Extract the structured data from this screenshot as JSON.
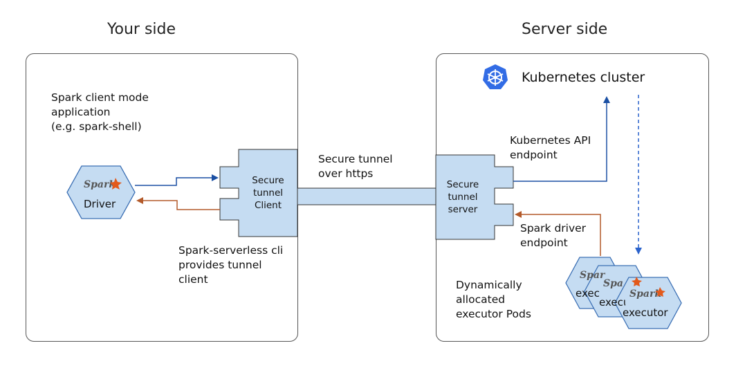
{
  "left_panel": {
    "title": "Your side",
    "app_description": [
      "Spark client mode",
      "application",
      "(e.g. spark-shell)"
    ],
    "driver": {
      "brand": "Spark",
      "label": "Driver"
    },
    "tunnel_client": [
      "Secure",
      "tunnel",
      "Client"
    ],
    "cli_note": [
      "Spark-serverless cli",
      "provides tunnel",
      "client"
    ]
  },
  "tunnel": {
    "label": [
      "Secure tunnel",
      "over https"
    ]
  },
  "right_panel": {
    "title": "Server side",
    "cluster_label": "Kubernetes cluster",
    "tunnel_server": [
      "Secure",
      "tunnel",
      "server"
    ],
    "api_endpoint": [
      "Kubernetes API",
      "endpoint"
    ],
    "driver_endpoint": [
      "Spark driver",
      "endpoint"
    ],
    "executor_note": [
      "Dynamically",
      "allocated",
      "executor Pods"
    ],
    "executors": [
      {
        "brand": "Spark",
        "label": "executor"
      },
      {
        "brand": "Spark",
        "label": "executor"
      },
      {
        "brand": "Spark",
        "label": "executor"
      }
    ]
  },
  "colors": {
    "blue": "#1a4fa3",
    "blue_dashed": "#2a62cc",
    "orange": "#b35a2a",
    "box_fill": "#c5dcf2",
    "box_stroke": "#333333",
    "hex_fill": "#c5dcf2",
    "hex_stroke": "#3b6fb4",
    "spark_star": "#e25a1c",
    "k8s_blue": "#326ce5"
  },
  "icons": [
    "spark-logo-icon",
    "kubernetes-icon"
  ]
}
